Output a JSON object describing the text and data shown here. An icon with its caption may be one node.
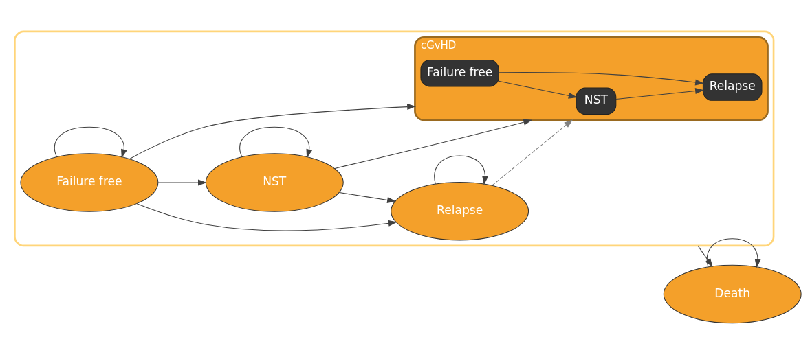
{
  "diagram": {
    "nodes": [
      {
        "text": [],
        "shape": "box"
      },
      {
        "text": [
          "Failure free"
        ],
        "in": 0
      },
      {
        "text": [
          "Relapse"
        ],
        "in": 0
      },
      {
        "text": [
          "NST"
        ],
        "in": 0
      },
      {
        "text": [
          "cGvHD"
        ],
        "in": 0
      },
      {
        "text": [
          "Failure free"
        ],
        "in": 4
      },
      {
        "text": [
          "Relapse"
        ],
        "in": 4
      },
      {
        "text": [
          "NST"
        ],
        "in": 4
      },
      {
        "text": [
          "Death"
        ]
      }
    ],
    "edges": [
      {
        "from": 1,
        "to": 1,
        "arrow": "to"
      },
      {
        "from": 2,
        "to": 2,
        "arrow": "to"
      },
      {
        "from": 3,
        "to": 3,
        "arrow": "to"
      },
      {
        "from": 8,
        "to": 8,
        "arrow": "to"
      },
      {
        "from": 1,
        "to": 2,
        "arrow": "to"
      },
      {
        "from": 1,
        "to": 3,
        "arrow": "to"
      },
      {
        "from": 1,
        "to": 4,
        "arrow": "to"
      },
      {
        "from": 3,
        "to": 2,
        "arrow": "to"
      },
      {
        "from": 3,
        "to": 4,
        "arrow": "to"
      },
      {
        "from": 2,
        "to": 4,
        "arrow": "to",
        "style": "dashed",
        "color": "#808080"
      },
      {
        "from": 5,
        "to": 6,
        "arrow": "to"
      },
      {
        "from": 5,
        "to": 7,
        "arrow": "to"
      },
      {
        "from": 7,
        "to": 6,
        "arrow": "to"
      },
      {
        "from": 0,
        "to": 8,
        "arrow": "to"
      }
    ]
  }
}
